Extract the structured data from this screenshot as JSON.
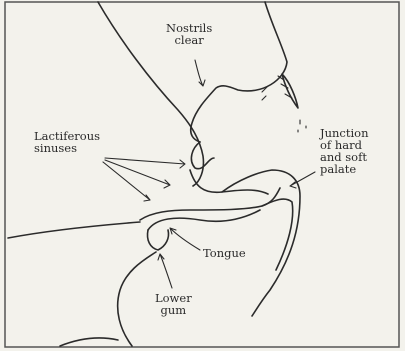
{
  "labels": {
    "nostrils": "Nostrils\nclear",
    "lactiferous": "Lactiferous\nsinuses",
    "junction": "Junction\nof hard\nand soft\npalate",
    "tongue": "Tongue",
    "lower_gum": "Lower\ngum"
  },
  "colors": {
    "background": "#f3f2ec",
    "ink": "#2b2b2b"
  }
}
